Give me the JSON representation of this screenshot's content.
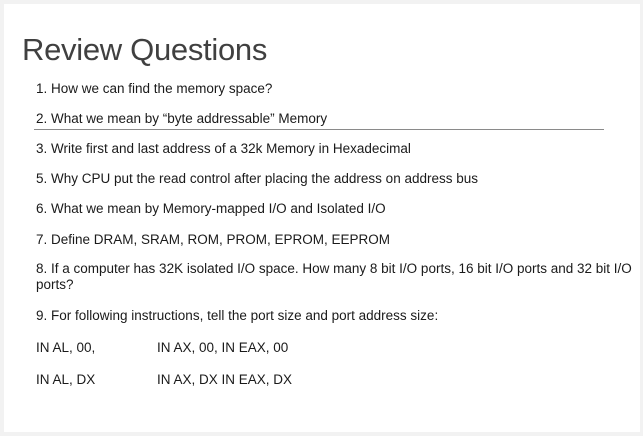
{
  "title": "Review Questions",
  "questions": [
    "1. How we can find the memory space?",
    "2. What we mean by “byte addressable” Memory",
    "3. Write first and last address of a 32k Memory in Hexadecimal",
    "5. Why CPU put the read control after placing the address on address bus",
    "6.  What we mean by Memory-mapped I/O and Isolated I/O",
    "7. Define DRAM, SRAM, ROM, PROM, EPROM, EEPROM",
    "8. If a computer has 32K isolated I/O space. How many 8 bit I/O ports, 16 bit I/O ports and 32 bit I/O ports?",
    "9. For following instructions, tell the port size and port address size:"
  ],
  "instructions": [
    {
      "left": "IN AL, 00,",
      "right": "IN AX, 00, IN EAX, 00"
    },
    {
      "left": "IN AL, DX",
      "right": "IN AX, DX IN EAX, DX"
    }
  ]
}
